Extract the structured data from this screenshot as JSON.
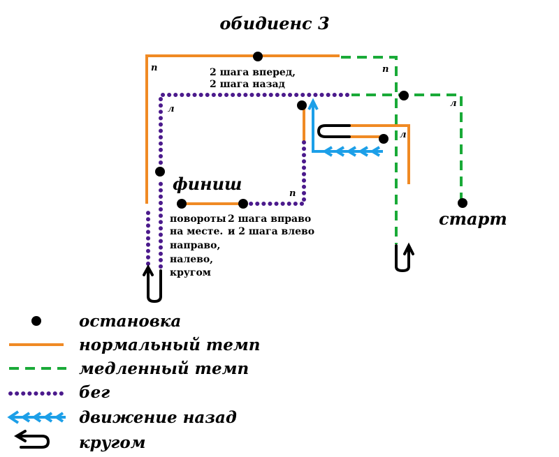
{
  "title": "обидиенс 3",
  "labels": {
    "finish": "финиш",
    "start": "старт",
    "steps_top_line1": "2 шага вперед,",
    "steps_top_line2": "2 шага  назад",
    "turns_line1": "повороты",
    "turns_line2": "на месте.",
    "turns_line3": "направо,",
    "turns_line4": "налево,",
    "turns_line5": "кругом",
    "side_line1": "2 шага   вправо",
    "side_line2": "и 2 шага   влево"
  },
  "turn_marks": {
    "right": "п",
    "left": "л"
  },
  "legend": [
    {
      "icon": "stop-dot-icon",
      "label": "остановка"
    },
    {
      "icon": "solid-orange-line-icon",
      "label": "нормальный темп",
      "color": "#f08a24"
    },
    {
      "icon": "dashed-green-line-icon",
      "label": "медленный темп",
      "color": "#1aaa38"
    },
    {
      "icon": "dotted-purple-line-icon",
      "label": "бег",
      "color": "#4b1a8c"
    },
    {
      "icon": "blue-arrow-line-icon",
      "label": "движение назад",
      "color": "#1c9fe8"
    },
    {
      "icon": "u-turn-arrow-icon",
      "label": "кругом"
    }
  ],
  "colors": {
    "normal": "#f08a24",
    "slow": "#1aaa38",
    "run": "#4b1a8c",
    "backward": "#1c9fe8",
    "stop": "#000000"
  }
}
